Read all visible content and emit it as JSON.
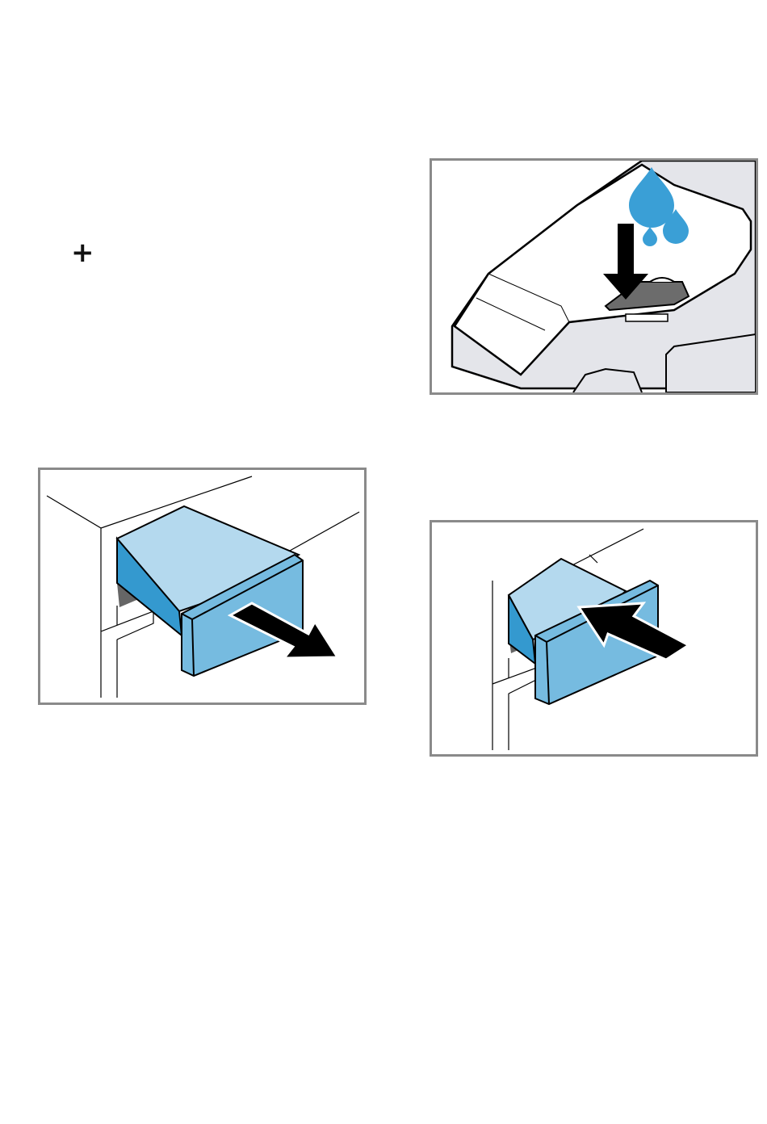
{
  "symbols": {
    "plus": "+"
  },
  "figures": [
    {
      "id": "fill-water",
      "icons": [
        "water-drop-icon",
        "arrow-down-icon"
      ]
    },
    {
      "id": "pull-out-drawer",
      "icons": [
        "arrow-out-icon"
      ]
    },
    {
      "id": "push-in-drawer",
      "icons": [
        "arrow-in-icon"
      ]
    }
  ],
  "colors": {
    "drawer_top": "#b4d9ee",
    "drawer_side": "#3499cf",
    "drawer_front": "#76bbe0",
    "water": "#3a9fd6",
    "arrow": "#000000",
    "panel_border": "#8a8a8a"
  }
}
